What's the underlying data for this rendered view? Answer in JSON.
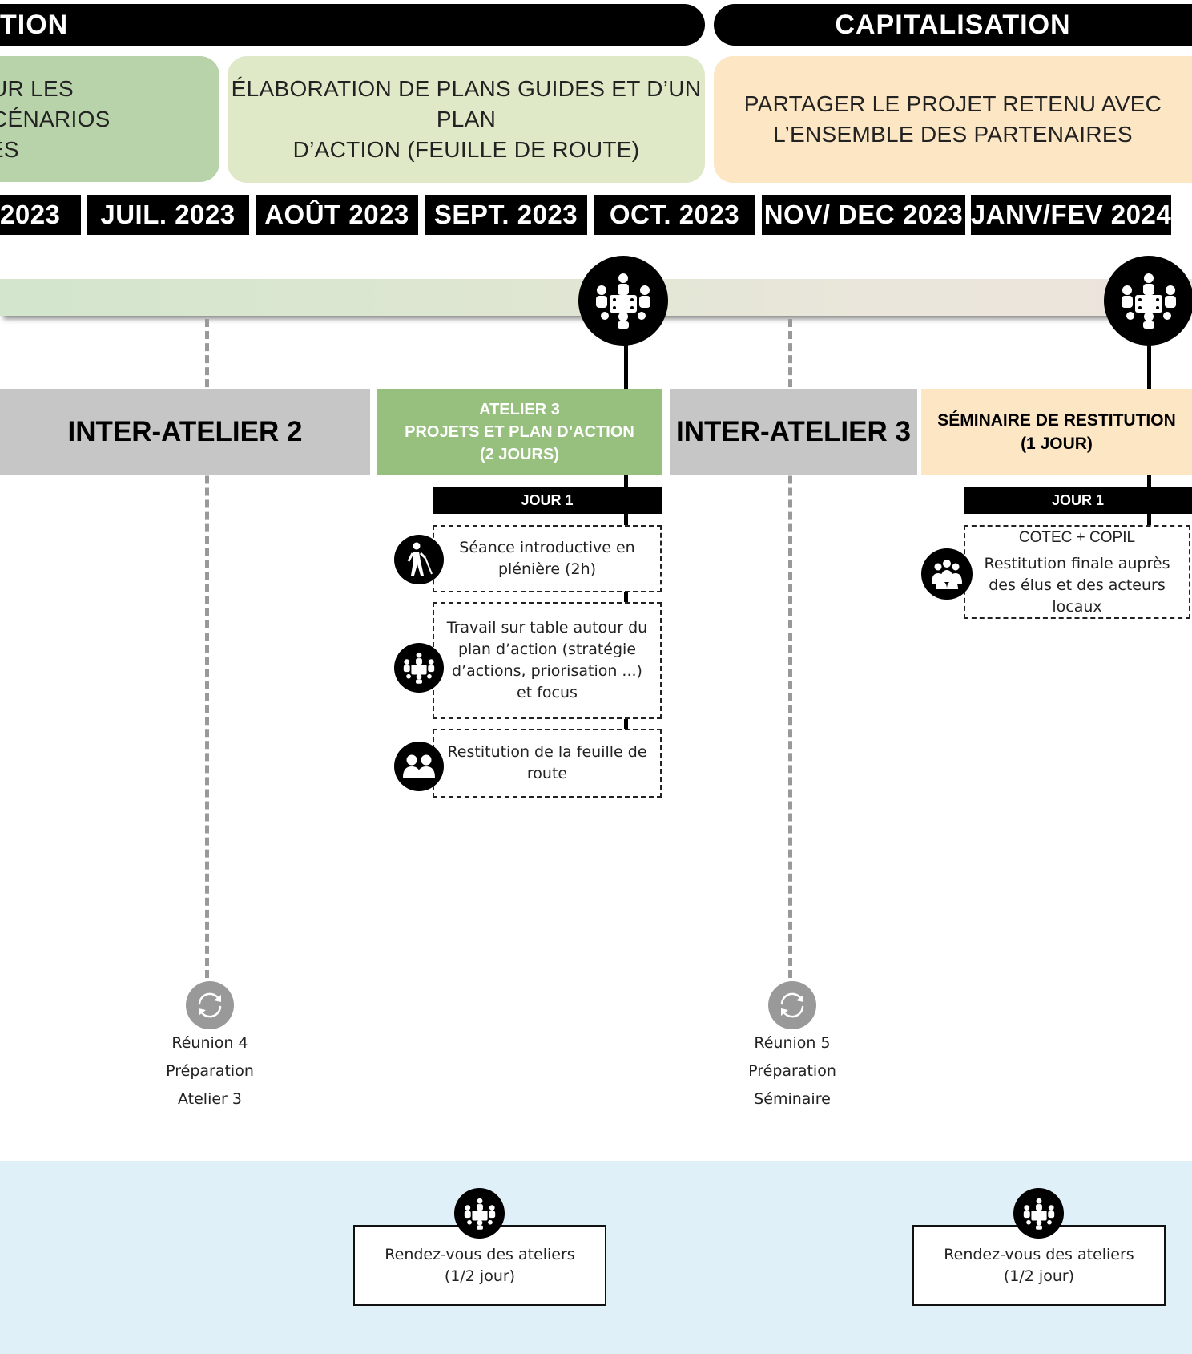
{
  "phases": {
    "left_label": "TION",
    "right_label": "CAPITALISATION"
  },
  "goals": {
    "g1_line1": "SUR LES SCÉNARIOS",
    "g1_line2": "LES",
    "g2_line1": "ÉLABORATION DE PLANS GUIDES ET D’UN PLAN",
    "g2_line2": "D’ACTION (FEUILLE DE ROUTE)",
    "g3_line1": "PARTAGER LE PROJET RETENU AVEC",
    "g3_line2": "L’ENSEMBLE DES PARTENAIRES"
  },
  "months": [
    "2023",
    "JUIL. 2023",
    "AOÛT 2023",
    "SEPT. 2023",
    "OCT. 2023",
    "NOV/ DEC 2023",
    "JANV/FEV 2024"
  ],
  "sections": {
    "inter2": "INTER-ATELIER 2",
    "atelier3_l1": "ATELIER 3",
    "atelier3_l2": "PROJETS ET PLAN D’ACTION",
    "atelier3_l3": "(2 JOURS)",
    "inter3": "INTER-ATELIER 3",
    "seminaire_l1": "SÉMINAIRE DE RESTITUTION",
    "seminaire_l2": "(1 JOUR)"
  },
  "atelier3": {
    "day": "JOUR 1",
    "tasks": [
      "Séance introductive en plénière (2h)",
      "Travail sur table autour du plan d’action (stratégie d’actions, priorisation ...) et focus",
      "Restitution de la feuille de route"
    ]
  },
  "seminaire": {
    "day": "JOUR 1",
    "task_title": "COTEC + COPIL",
    "task_body": "Restitution finale auprès des élus et des acteurs locaux"
  },
  "reunions": [
    {
      "l1": "Réunion 4",
      "l2": "Préparation",
      "l3": "Atelier 3"
    },
    {
      "l1": "Réunion 5",
      "l2": "Préparation",
      "l3": "Séminaire"
    }
  ],
  "rdv": [
    {
      "l1": "Rendez-vous des ateliers",
      "l2": "(1/2 jour)"
    },
    {
      "l1": "Rendez-vous des ateliers",
      "l2": "(1/2 jour)"
    }
  ],
  "colors": {
    "goal_green_dark": "#b8d2aa",
    "goal_green_light": "#dfe8c7",
    "goal_peach": "#fde6c4",
    "section_grey": "#c6c6c6",
    "section_green": "#97c07f",
    "section_peach": "#fde6c4",
    "bottom_band": "#dff0f8"
  }
}
